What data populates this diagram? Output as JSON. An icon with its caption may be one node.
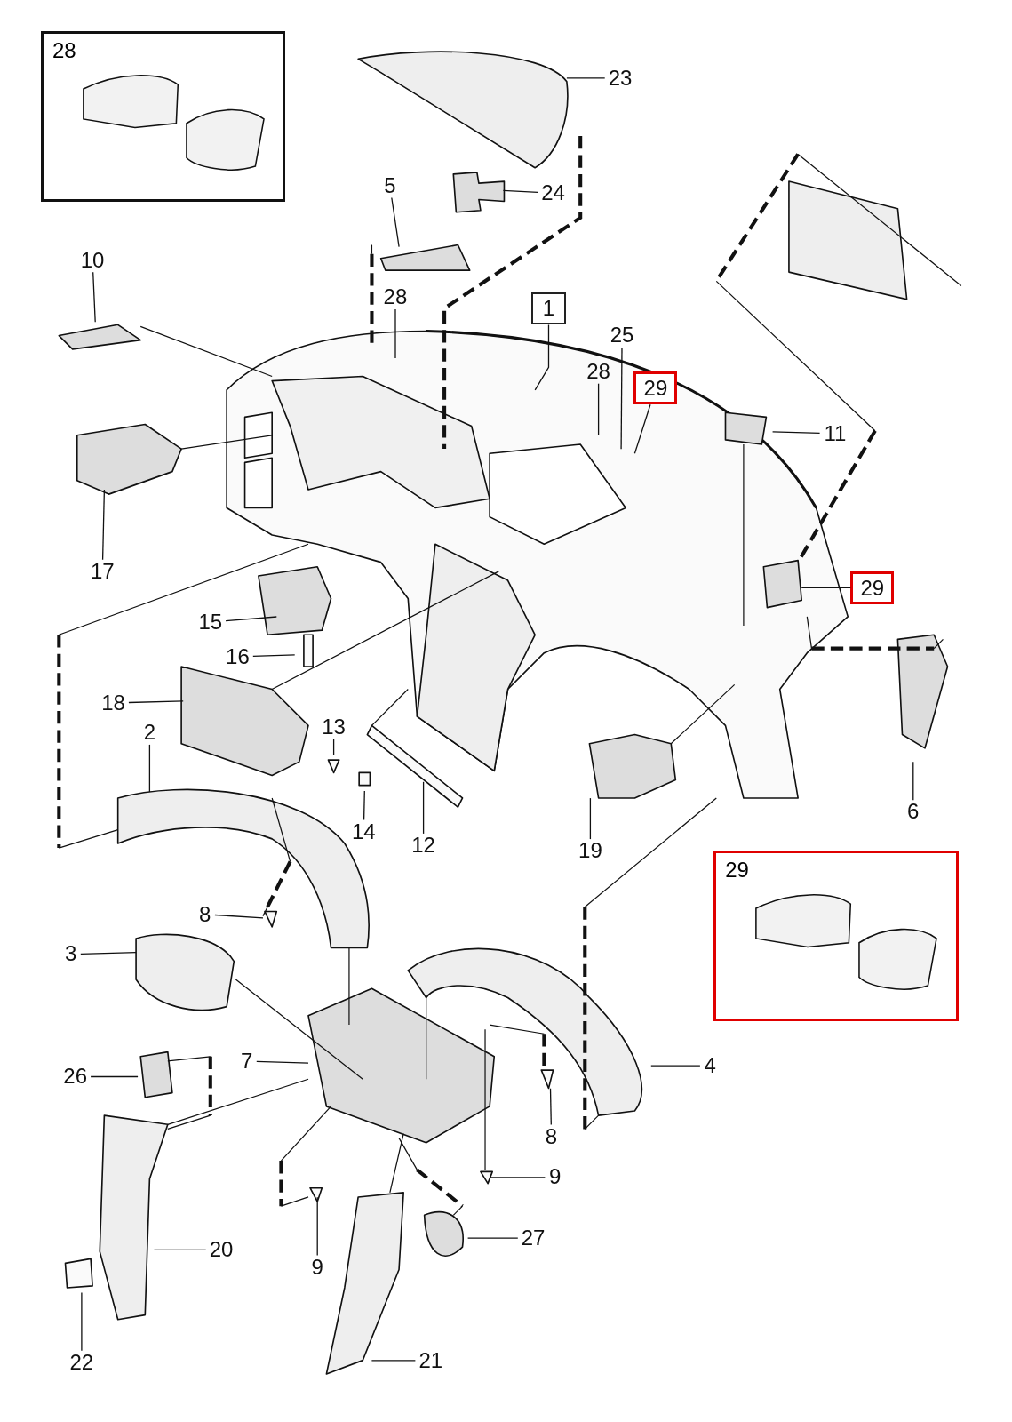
{
  "diagram": {
    "nodes": [
      {
        "text": [
          "28"
        ]
      },
      {
        "text": [
          "23"
        ]
      },
      {
        "text": [
          "24"
        ]
      },
      {
        "text": [
          "5"
        ]
      },
      {
        "text": [
          "10"
        ]
      },
      {
        "text": [
          "28"
        ]
      },
      {
        "text": [
          "1"
        ]
      },
      {
        "text": [
          "25"
        ]
      },
      {
        "text": [
          "28"
        ]
      },
      {
        "text": [
          "29"
        ]
      },
      {
        "text": [
          "11"
        ]
      },
      {
        "text": [
          "17"
        ]
      },
      {
        "text": [
          "29"
        ]
      },
      {
        "text": [
          "15"
        ]
      },
      {
        "text": [
          "16"
        ]
      },
      {
        "text": [
          "18"
        ]
      },
      {
        "text": [
          "2"
        ]
      },
      {
        "text": [
          "13"
        ]
      },
      {
        "text": [
          "14"
        ]
      },
      {
        "text": [
          "12"
        ]
      },
      {
        "text": [
          "19"
        ]
      },
      {
        "text": [
          "6"
        ]
      },
      {
        "text": [
          "29"
        ]
      },
      {
        "text": [
          "8"
        ]
      },
      {
        "text": [
          "3"
        ]
      },
      {
        "text": [
          "7"
        ]
      },
      {
        "text": [
          "4"
        ]
      },
      {
        "text": [
          "26"
        ]
      },
      {
        "text": [
          "8"
        ]
      },
      {
        "text": [
          "9"
        ]
      },
      {
        "text": [
          "9"
        ]
      },
      {
        "text": [
          "27"
        ]
      },
      {
        "text": [
          "20"
        ]
      },
      {
        "text": [
          "22"
        ]
      },
      {
        "text": [
          "21"
        ]
      }
    ],
    "edges": [
      {
        "from": 1,
        "to": null,
        "arrow": "none"
      },
      {
        "from": 2,
        "to": null,
        "arrow": "none"
      },
      {
        "from": 3,
        "to": null,
        "arrow": "none"
      },
      {
        "from": 4,
        "to": null,
        "arrow": "none"
      },
      {
        "from": 5,
        "to": null,
        "arrow": "none"
      },
      {
        "from": 6,
        "to": null,
        "arrow": "none"
      },
      {
        "from": 7,
        "to": null,
        "arrow": "none"
      },
      {
        "from": 8,
        "to": null,
        "arrow": "none"
      },
      {
        "from": 9,
        "to": null,
        "arrow": "none"
      },
      {
        "from": 10,
        "to": null,
        "arrow": "none"
      },
      {
        "from": 11,
        "to": null,
        "arrow": "none"
      },
      {
        "from": 12,
        "to": null,
        "arrow": "none"
      },
      {
        "from": 13,
        "to": null,
        "arrow": "none"
      },
      {
        "from": 14,
        "to": null,
        "arrow": "none"
      },
      {
        "from": 15,
        "to": null,
        "arrow": "none"
      },
      {
        "from": 16,
        "to": null,
        "arrow": "none"
      },
      {
        "from": 17,
        "to": null,
        "arrow": "none"
      },
      {
        "from": 18,
        "to": null,
        "arrow": "none"
      },
      {
        "from": 19,
        "to": null,
        "arrow": "none"
      },
      {
        "from": 20,
        "to": null,
        "arrow": "none"
      },
      {
        "from": 21,
        "to": null,
        "arrow": "none"
      },
      {
        "from": 23,
        "to": null,
        "arrow": "none"
      },
      {
        "from": 24,
        "to": null,
        "arrow": "none"
      },
      {
        "from": 25,
        "to": null,
        "arrow": "none"
      },
      {
        "from": 26,
        "to": null,
        "arrow": "none"
      },
      {
        "from": 27,
        "to": null,
        "arrow": "none"
      },
      {
        "from": 28,
        "to": null,
        "arrow": "none"
      },
      {
        "from": 29,
        "to": null,
        "arrow": "none"
      },
      {
        "from": 30,
        "to": null,
        "arrow": "none"
      },
      {
        "from": 31,
        "to": null,
        "arrow": "none"
      },
      {
        "from": 32,
        "to": null,
        "arrow": "none"
      },
      {
        "from": 33,
        "to": null,
        "arrow": "none"
      },
      {
        "from": 34,
        "to": null,
        "arrow": "none"
      }
    ]
  }
}
